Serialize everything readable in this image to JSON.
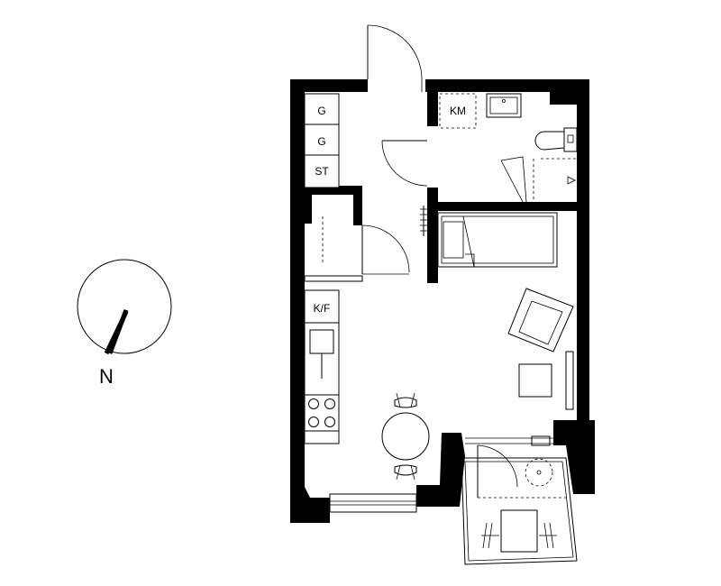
{
  "labels": {
    "wardrobe_1": "G",
    "wardrobe_2": "G",
    "storage": "ST",
    "washing_machine": "KM",
    "fridge_freezer": "K/F",
    "north": "N"
  }
}
